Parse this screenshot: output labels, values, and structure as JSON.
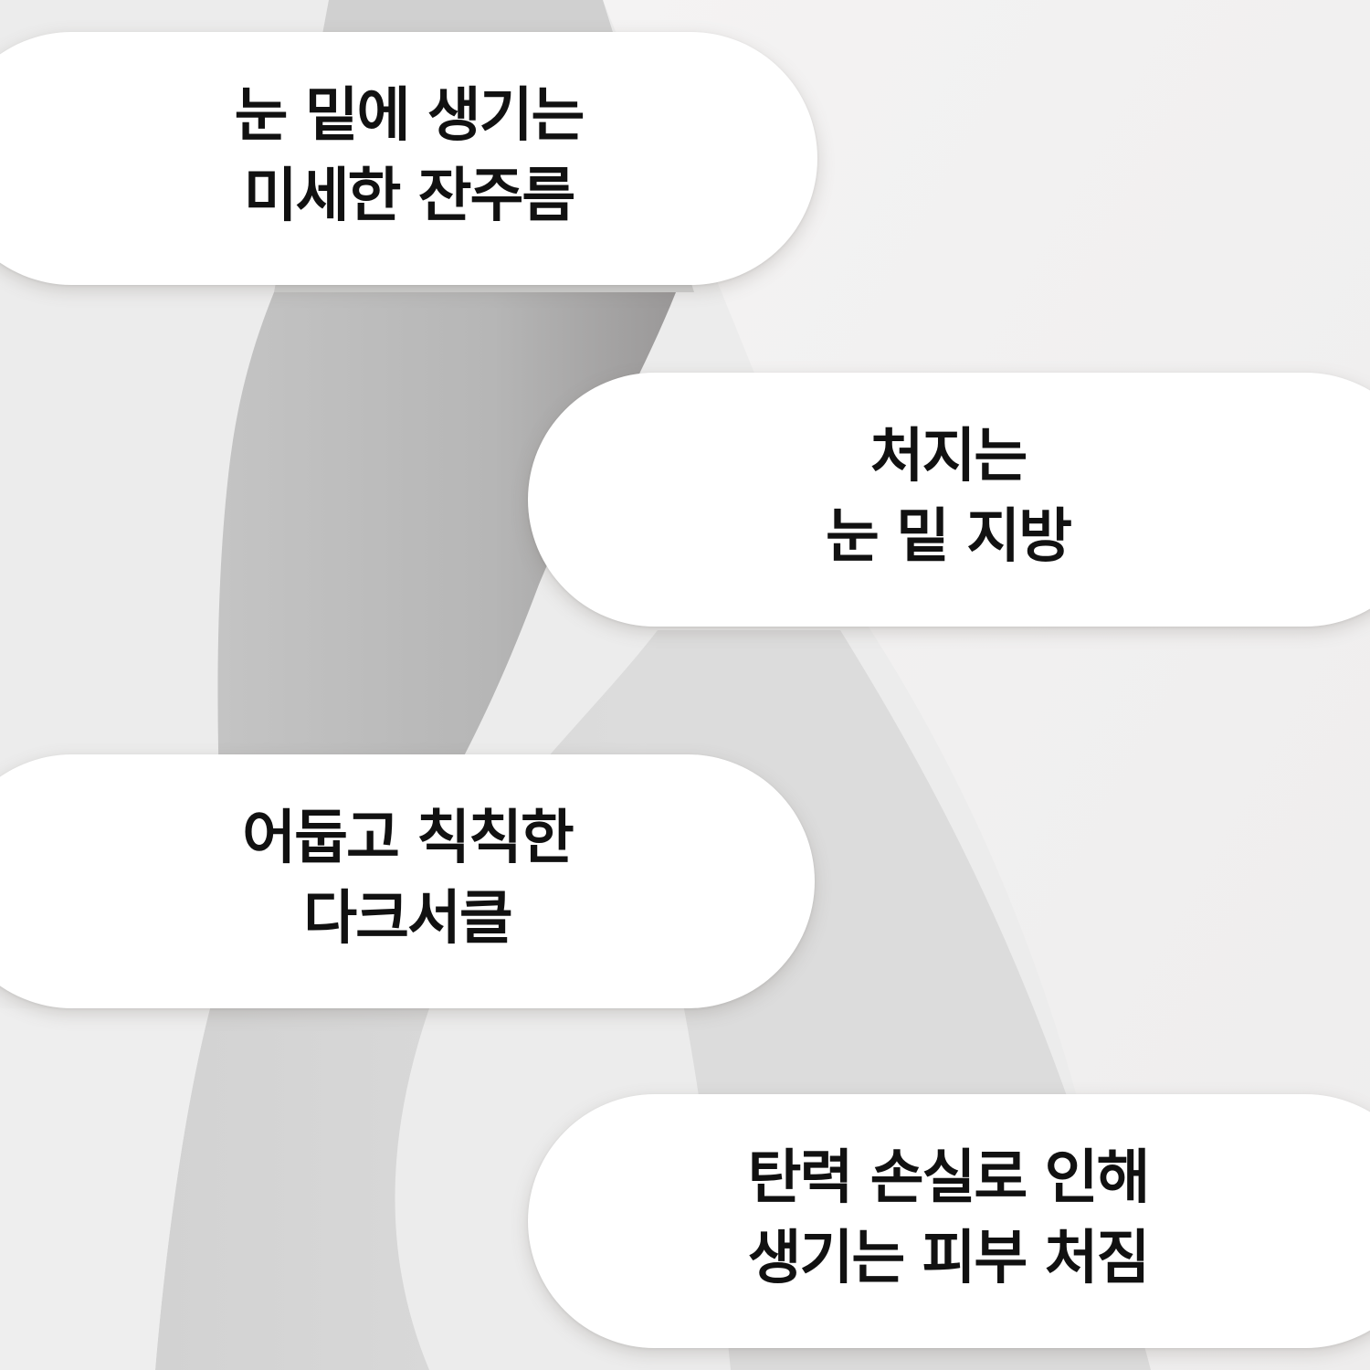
{
  "colors": {
    "background": "#ededed",
    "pill": "#ffffff",
    "text": "#111111",
    "shape_dark": "#a8a8a8",
    "shape_mid": "#d6d6d6",
    "shape_light": "#f2f1f1"
  },
  "cards": [
    {
      "lines": [
        "눈 밑에 생기는",
        "미세한 잔주름"
      ]
    },
    {
      "lines": [
        "처지는",
        "눈 밑 지방"
      ]
    },
    {
      "lines": [
        "어둡고 칙칙한",
        "다크서클"
      ]
    },
    {
      "lines": [
        "탄력 손실로 인해",
        "생기는 피부 처짐"
      ]
    }
  ]
}
